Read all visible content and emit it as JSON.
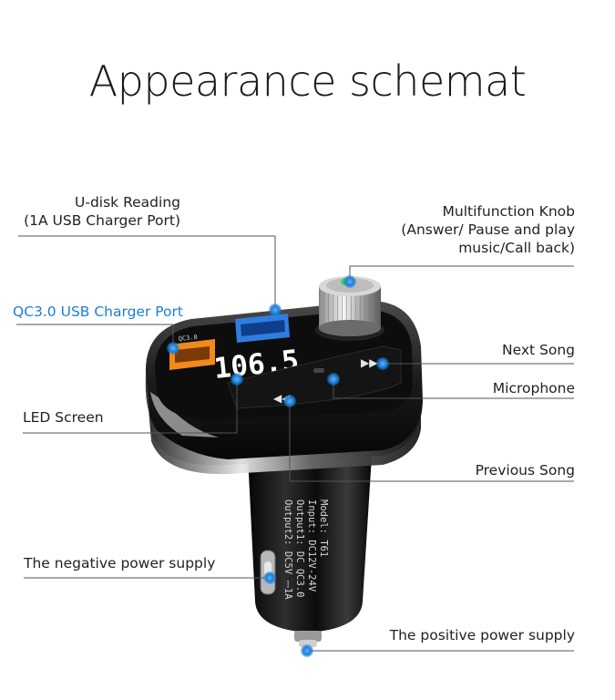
{
  "title": "Appearance schemat",
  "callouts": {
    "udisk_line1": "U-disk Reading",
    "udisk_line2": "(1A USB Charger Port)",
    "qc3": "QC3.0 USB Charger Port",
    "led_screen": "LED Screen",
    "negative": "The negative power supply",
    "knob_line1": "Multifunction Knob",
    "knob_line2": "(Answer/ Pause and play",
    "knob_line3": "music/Call back)",
    "next_song": "Next Song",
    "microphone": "Microphone",
    "previous_song": "Previous Song",
    "positive": "The positive power supply"
  },
  "device": {
    "display": "106.5",
    "port_label_qc": "QC3.0",
    "body_text": [
      "Model: T61",
      "Input: DC12V-24V",
      "Output1: DC QC3.0",
      "Output2: DC5V ⎓1A"
    ]
  },
  "colors": {
    "dot": "#1e7fd6",
    "qc_port": "#f08a1c",
    "usb_port": "#2f7de0",
    "leader": "#555555"
  }
}
